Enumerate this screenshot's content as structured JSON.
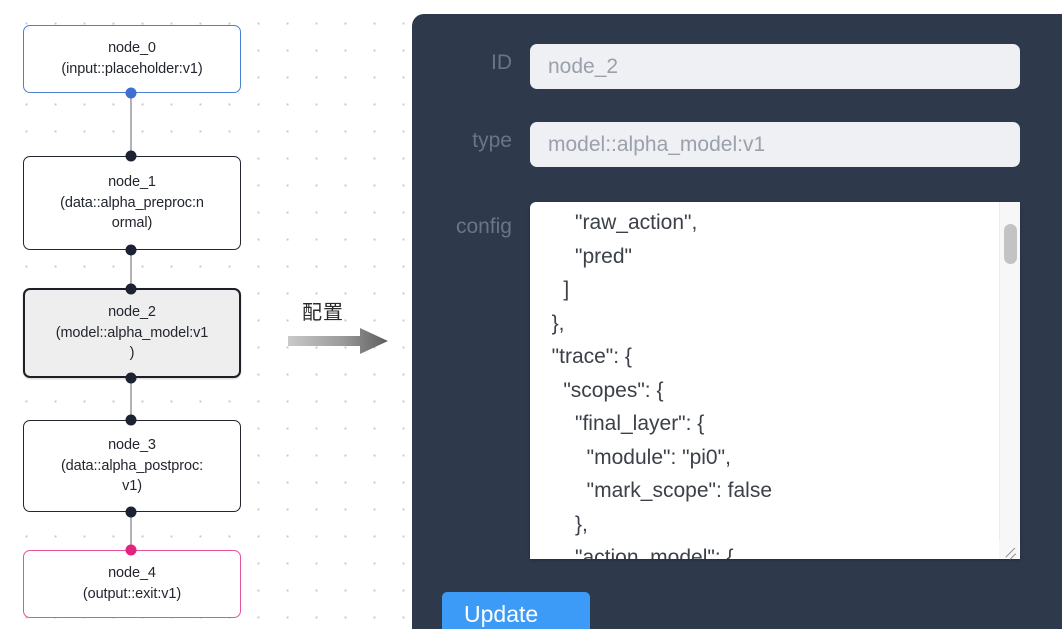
{
  "graph": {
    "nodes": [
      {
        "id": "node_0",
        "label": "node_0\n(input::placeholder:v1)",
        "kind": "input",
        "selected": false
      },
      {
        "id": "node_1",
        "label": "node_1\n(data::alpha_preproc:n\normal)",
        "kind": "default",
        "selected": false
      },
      {
        "id": "node_2",
        "label": "node_2\n(model::alpha_model:v1\n)",
        "kind": "default",
        "selected": true
      },
      {
        "id": "node_3",
        "label": "node_3\n(data::alpha_postproc:\nv1)",
        "kind": "default",
        "selected": false
      },
      {
        "id": "node_4",
        "label": "node_4\n(output::exit:v1)",
        "kind": "output",
        "selected": false
      }
    ],
    "colors": {
      "input_border": "#4a7fd4",
      "output_border": "#e6529e",
      "default_border": "#22262e",
      "selected_fill": "#eeeeee",
      "edge": "#b1b1b7",
      "handle": "#1c2233",
      "handle_input": "#3f6fd0",
      "handle_output": "#e5227e"
    }
  },
  "annotation": {
    "arrow_label": "配置",
    "arrow_icon": "right-arrow-icon"
  },
  "panel": {
    "background": "#2e394c",
    "id": {
      "label": "ID",
      "value": "node_2",
      "placeholder": "ID"
    },
    "type": {
      "label": "type",
      "value": "model::alpha_model:v1",
      "placeholder": "type"
    },
    "config": {
      "label": "config",
      "value": "      \"raw_action\",\n      \"pred\"\n    ]\n  },\n  \"trace\": {\n    \"scopes\": {\n      \"final_layer\": {\n        \"module\": \"pi0\",\n        \"mark_scope\": false\n      },\n      \"action_model\": {",
      "scroll_position": "middle"
    },
    "update_button": {
      "label": "Update",
      "color": "#3d9bf8"
    }
  }
}
